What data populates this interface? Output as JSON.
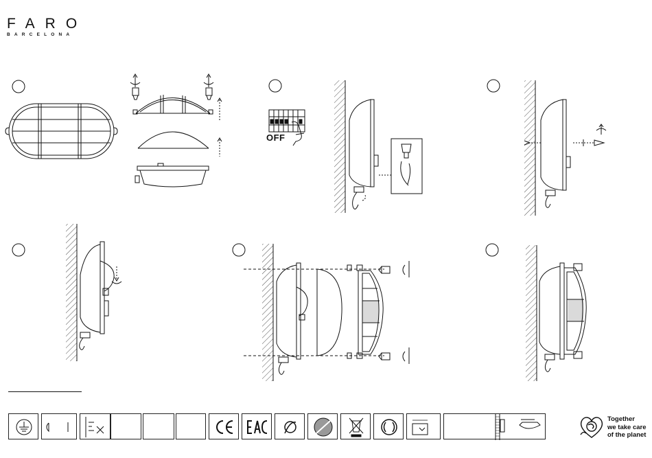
{
  "brand": {
    "name": "FARO",
    "subtitle": "BARCELONA"
  },
  "steps": [
    {
      "id": 1,
      "label": ""
    },
    {
      "id": 2,
      "label": ""
    },
    {
      "id": 3,
      "label": ""
    },
    {
      "id": 4,
      "label": ""
    },
    {
      "id": 5,
      "label": ""
    },
    {
      "id": 6,
      "label": ""
    }
  ],
  "labels": {
    "switch_off": "OFF"
  },
  "certifications": [
    "ground-icon",
    "class-ii-icon",
    "ip-rating-icon",
    "blank-box",
    "blank-box",
    "blank-box",
    "ce-mark-icon",
    "eac-mark-icon",
    "leaf-icon",
    "brand-badge-icon",
    "weee-bin-icon",
    "green-dot-icon",
    "recycle-box-icon",
    "ratio-box-icon"
  ],
  "sustainability": {
    "line1": "Together",
    "line2": "we take care",
    "line3": "of the planet"
  },
  "colors": {
    "ink": "#111111",
    "fill": "#ffffff"
  }
}
